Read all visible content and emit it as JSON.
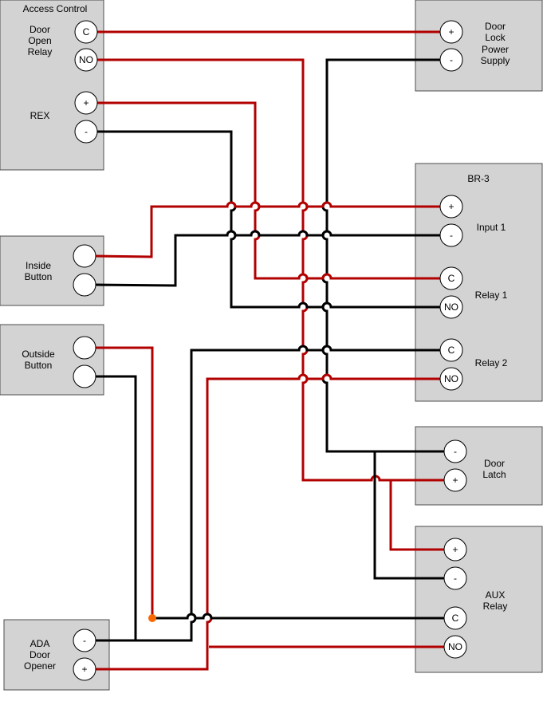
{
  "colors": {
    "red": "#b20000",
    "black": "#000000",
    "junction": "#fa6800",
    "box_fill": "#d3d3d3"
  },
  "boxes": {
    "access_control": {
      "title": "Access Control",
      "door_open_relay": [
        "Door",
        "Open",
        "Relay"
      ],
      "rex": "REX",
      "terminals": {
        "c": "C",
        "no": "NO",
        "plus": "+",
        "minus": "-"
      }
    },
    "door_lock_power_supply": {
      "label": [
        "Door",
        "Lock",
        "Power",
        "Supply"
      ],
      "terminals": {
        "plus": "+",
        "minus": "-"
      }
    },
    "br3": {
      "title": "BR-3",
      "input1": "Input 1",
      "relay1": "Relay 1",
      "relay2": "Relay 2",
      "terminals": {
        "in_plus": "+",
        "in_minus": "-",
        "r1_c": "C",
        "r1_no": "NO",
        "r2_c": "C",
        "r2_no": "NO"
      }
    },
    "inside_button": {
      "label": [
        "Inside",
        "Button"
      ]
    },
    "outside_button": {
      "label": [
        "Outside",
        "Button"
      ]
    },
    "door_latch": {
      "label": [
        "Door",
        "Latch"
      ],
      "terminals": {
        "minus": "-",
        "plus": "+"
      }
    },
    "aux_relay": {
      "label": [
        "AUX",
        "Relay"
      ],
      "terminals": {
        "plus": "+",
        "minus": "-",
        "c": "C",
        "no": "NO"
      }
    },
    "ada_door_opener": {
      "label": [
        "ADA",
        "Door",
        "Opener"
      ],
      "terminals": {
        "minus": "-",
        "plus": "+"
      }
    }
  }
}
